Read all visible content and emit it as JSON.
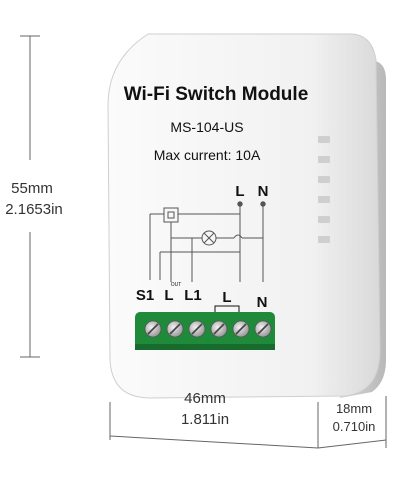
{
  "device": {
    "title": "Wi-Fi Switch Module",
    "model": "MS-104-US",
    "rating": "Max current: 10A",
    "top_terminal_labels": [
      "L",
      "N"
    ],
    "bottom_terminal_labels": [
      "S1",
      "L",
      "L1",
      "L",
      "N"
    ],
    "out_tag": "OUT",
    "body_color": "#f4f4f4",
    "terminal_block_color": "#1f8a3a",
    "terminal_screw_color": "#bfbfbf"
  },
  "dimensions": {
    "height_mm": "55mm",
    "height_in": "2.1653in",
    "width_mm": "46mm",
    "width_in": "1.811in",
    "depth_mm": "18mm",
    "depth_in": "0.710in"
  }
}
